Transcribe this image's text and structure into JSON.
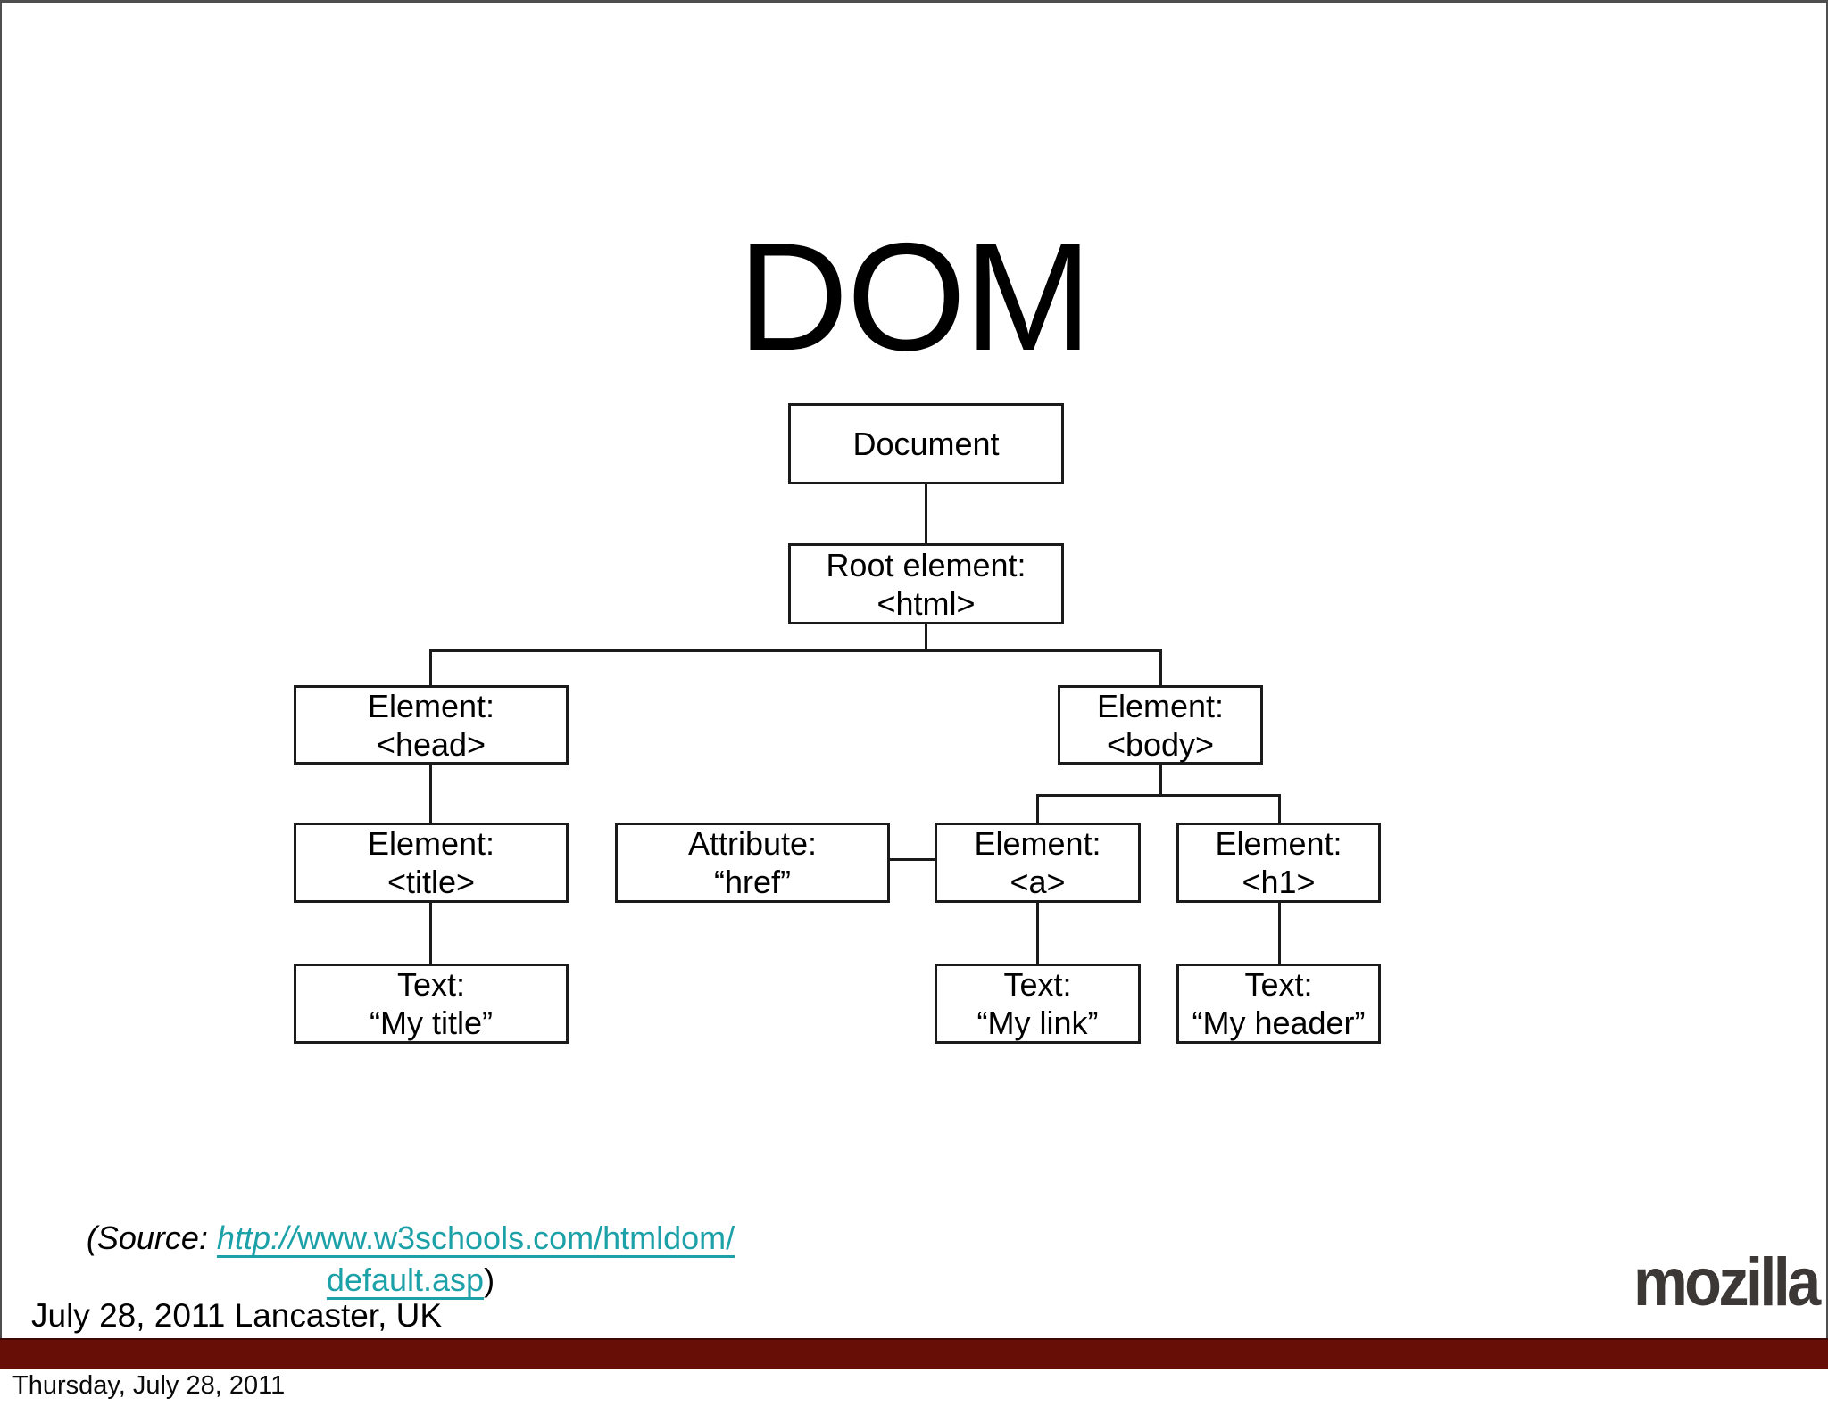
{
  "slide": {
    "title": "DOM",
    "brand": "mozilla",
    "date_location": "July 28, 2011 Lancaster, UK",
    "footer_date": "Thursday, July 28, 2011",
    "source": {
      "prefix": "(Source: ",
      "url_scheme": "http://",
      "url_rest": "www.w3schools.com/htmldom/",
      "url_line2": "default.asp",
      "suffix": ")"
    }
  },
  "diagram": {
    "nodes": {
      "document": {
        "line1": "Document"
      },
      "root": {
        "line1": "Root element:",
        "line2": "<html>"
      },
      "head": {
        "line1": "Element:",
        "line2": "<head>"
      },
      "body": {
        "line1": "Element:",
        "line2": "<body>"
      },
      "title_el": {
        "line1": "Element:",
        "line2": "<title>"
      },
      "attribute": {
        "line1": "Attribute:",
        "line2": "“href”"
      },
      "anchor": {
        "line1": "Element:",
        "line2": "<a>"
      },
      "h1_el": {
        "line1": "Element:",
        "line2": "<h1>"
      },
      "text_title": {
        "line1": "Text:",
        "line2": "“My title”"
      },
      "text_link": {
        "line1": "Text:",
        "line2": "“My link”"
      },
      "text_header": {
        "line1": "Text:",
        "line2": "“My header”"
      }
    },
    "edges": [
      {
        "from": "Document",
        "to": "Root element: <html>"
      },
      {
        "from": "Root element: <html>",
        "to": "Element: <head>"
      },
      {
        "from": "Root element: <html>",
        "to": "Element: <body>"
      },
      {
        "from": "Element: <head>",
        "to": "Element: <title>"
      },
      {
        "from": "Element: <title>",
        "to": "Text: “My title”"
      },
      {
        "from": "Element: <body>",
        "to": "Element: <a>"
      },
      {
        "from": "Element: <body>",
        "to": "Element: <h1>"
      },
      {
        "from": "Attribute: “href”",
        "to": "Element: <a>"
      },
      {
        "from": "Element: <a>",
        "to": "Text: “My link”"
      },
      {
        "from": "Element: <h1>",
        "to": "Text: “My header”"
      }
    ]
  },
  "colors": {
    "link_teal": "#1da1a8",
    "bottom_bar_maroon": "#670e06",
    "brand_gray": "#3c3836",
    "frame_gray": "#4e4e4e",
    "diagram_line_black": "#1b1b1b"
  }
}
